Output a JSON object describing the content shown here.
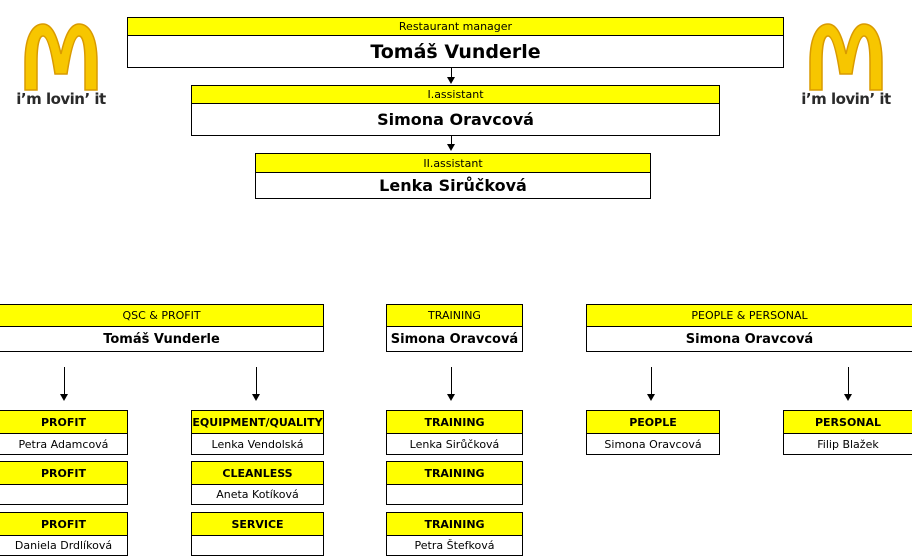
{
  "logo": {
    "tagline": "i’m lovin’ it",
    "colors": {
      "arches": "#f7c600",
      "arches_edge": "#d99a00"
    }
  },
  "top": [
    {
      "title": "Restaurant manager",
      "name": "Tomáš Vunderle"
    },
    {
      "title": "I.assistant",
      "name": "Simona Oravcová"
    },
    {
      "title": "II.assistant",
      "name": "Lenka Sirůčková"
    }
  ],
  "sections": [
    {
      "title": "QSC & PROFIT",
      "name": "Tomáš Vunderle"
    },
    {
      "title": "TRAINING",
      "name": "Simona Oravcová"
    },
    {
      "title": "PEOPLE & PERSONAL",
      "name": "Simona Oravcová"
    }
  ],
  "columns": [
    [
      {
        "role": "PROFIT",
        "name": "Petra Adamcová"
      },
      {
        "role": "PROFIT",
        "name": ""
      },
      {
        "role": "PROFIT",
        "name": "Daniela Drdlíková"
      }
    ],
    [
      {
        "role": "EQUIPMENT/QUALITY",
        "name": "Lenka Vendolská"
      },
      {
        "role": "CLEANLESS",
        "name": "Aneta Kotíková"
      },
      {
        "role": "SERVICE",
        "name": ""
      }
    ],
    [
      {
        "role": "TRAINING",
        "name": "Lenka Sirůčková"
      },
      {
        "role": "TRAINING",
        "name": ""
      },
      {
        "role": "TRAINING",
        "name": "Petra Štefková"
      }
    ],
    [
      {
        "role": "PEOPLE",
        "name": "Simona Oravcová"
      }
    ],
    [
      {
        "role": "PERSONAL",
        "name": "Filip Blažek"
      }
    ]
  ],
  "colors": {
    "header": "#ffff00",
    "border": "#000000"
  }
}
